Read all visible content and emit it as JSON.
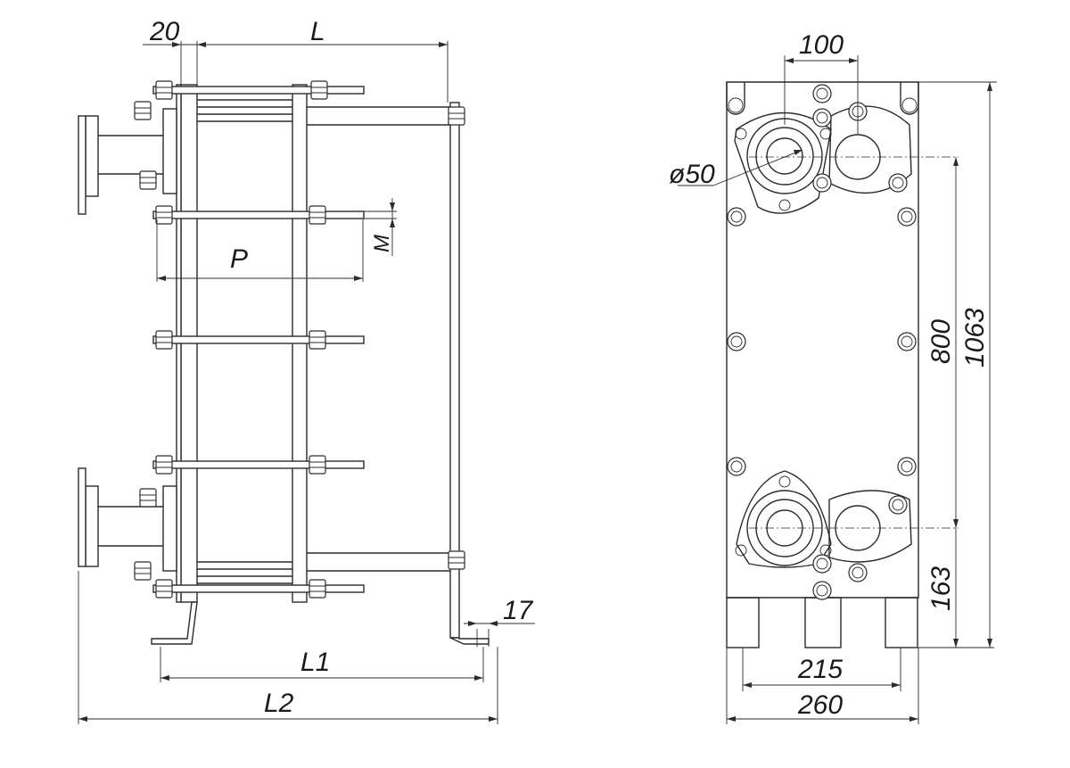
{
  "side_view": {
    "dims": {
      "frame_thickness": "20",
      "length": "L",
      "pitch": "P",
      "bolt_thread": "M",
      "foot_hole": "17",
      "foot_span": "L1",
      "overall_length": "L2"
    }
  },
  "front_view": {
    "dims": {
      "port_spacing": "100",
      "port_diameter": "ø50",
      "vertical_port_spacing": "800",
      "total_height": "1063",
      "port_height_from_base": "163",
      "foot_spacing": "215",
      "width": "260"
    }
  }
}
